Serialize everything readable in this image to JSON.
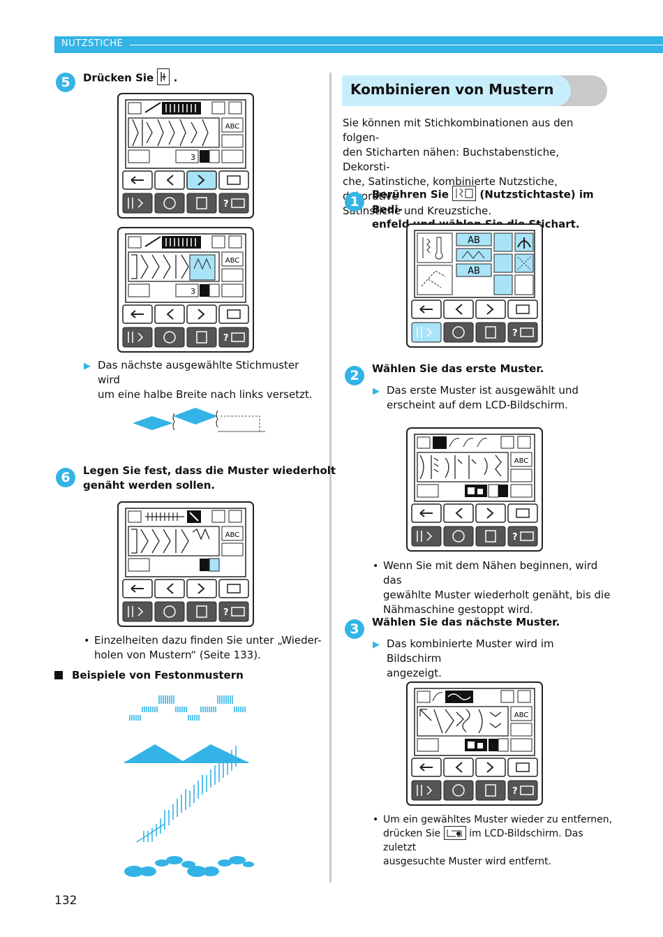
{
  "header": {
    "section": "NUTZSTICHE"
  },
  "page_number": "132",
  "left": {
    "step5": {
      "num": "5",
      "text_before": "Drücken Sie",
      "text_after": "."
    },
    "step5_result": "Das nächste ausgewählte Stichmuster wird um eine halbe Breite nach links versetzt.",
    "step5_result_l1": "Das nächste ausgewählte Stichmuster wird",
    "step5_result_l2": "um eine halbe Breite nach links versetzt.",
    "step6": {
      "num": "6",
      "l1": "Legen Sie fest, dass die Muster wiederholt",
      "l2": "genäht werden sollen."
    },
    "step6_note_l1": "Einzelheiten dazu finden Sie unter „Wieder-",
    "step6_note_l2": "holen von Mustern“ (Seite 133).",
    "examples_heading": "Beispiele von Festonmustern"
  },
  "right": {
    "title": "Kombinieren von Mustern",
    "intro_l1": "Sie können mit Stichkombinationen aus den folgen-",
    "intro_l2": "den Sticharten nähen: Buchstabenstiche, Dekorsti-",
    "intro_l3": "che, Satinstiche, kombinierte Nutzstiche, dekorative",
    "intro_l4": "Satinstiche und Kreuzstiche.",
    "step1": {
      "num": "1",
      "l1a": "Berühren Sie",
      "l1b": "(Nutzstichtaste) im Bedi-",
      "l2": "enfeld und wählen Sie die Stichart."
    },
    "step2": {
      "num": "2",
      "text": "Wählen Sie das erste Muster."
    },
    "step2_result_l1": "Das erste Muster ist ausgewählt und",
    "step2_result_l2": "erscheint auf dem LCD-Bildschirm.",
    "step2_note_l1": "Wenn Sie mit dem Nähen beginnen, wird das",
    "step2_note_l2": "gewählte Muster wiederholt genäht, bis die",
    "step2_note_l3": "Nähmaschine gestoppt wird.",
    "step3": {
      "num": "3",
      "text": "Wählen Sie das nächste Muster."
    },
    "step3_result_l1": "Das kombinierte Muster wird im Bildschirm",
    "step3_result_l2": "angezeigt.",
    "step3_note_l1": "Um ein gewähltes Muster wieder zu entfernen,",
    "step3_note_l2a": "drücken Sie",
    "step3_note_l2b": "im LCD-Bildschirm. Das zuletzt",
    "step3_note_l3": "ausgesuchte Muster wird entfernt."
  },
  "lcd": {
    "abc_label": "ABC",
    "number_3": "3",
    "ab_label": "AB",
    "accent": "#33b3e6",
    "highlight": "#a9e3f7"
  }
}
